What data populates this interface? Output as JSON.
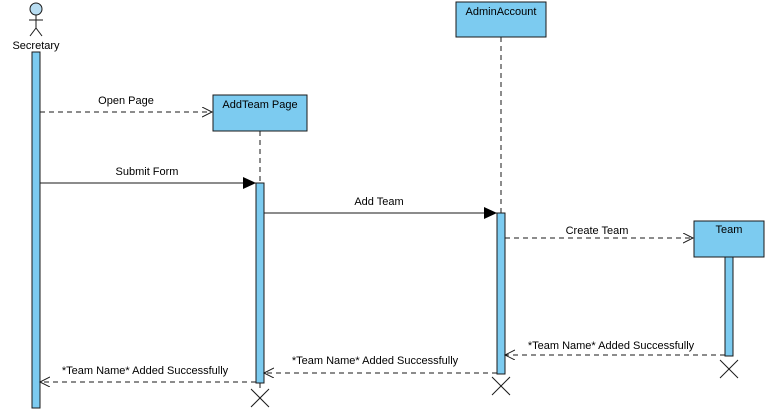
{
  "diagram": {
    "type": "sequence",
    "actors": [
      {
        "id": "secretary",
        "label": "Secretary",
        "kind": "actor"
      }
    ],
    "lifelines": [
      {
        "id": "addteam",
        "label": "AddTeam Page"
      },
      {
        "id": "admin",
        "label": "AdminAccount"
      },
      {
        "id": "team",
        "label": "Team"
      }
    ],
    "messages": [
      {
        "id": "m1",
        "label": "Open Page",
        "from": "secretary",
        "to": "addteam",
        "style": "create-dashed"
      },
      {
        "id": "m2",
        "label": "Submit Form",
        "from": "secretary",
        "to": "addteam",
        "style": "sync"
      },
      {
        "id": "m3",
        "label": "Add Team",
        "from": "addteam",
        "to": "admin",
        "style": "sync"
      },
      {
        "id": "m4",
        "label": "Create Team",
        "from": "admin",
        "to": "team",
        "style": "create-dashed"
      },
      {
        "id": "m5",
        "label": "*Team Name* Added Successfully",
        "from": "team",
        "to": "admin",
        "style": "return"
      },
      {
        "id": "m6",
        "label": "*Team Name* Added Successfully",
        "from": "admin",
        "to": "addteam",
        "style": "return"
      },
      {
        "id": "m7",
        "label": "*Team Name* Added Successfully",
        "from": "addteam",
        "to": "secretary",
        "style": "return"
      }
    ],
    "colors": {
      "box_fill": "#7CCBF0",
      "line": "#1a1a1a",
      "actor_fill": "#B8DDF2"
    }
  }
}
